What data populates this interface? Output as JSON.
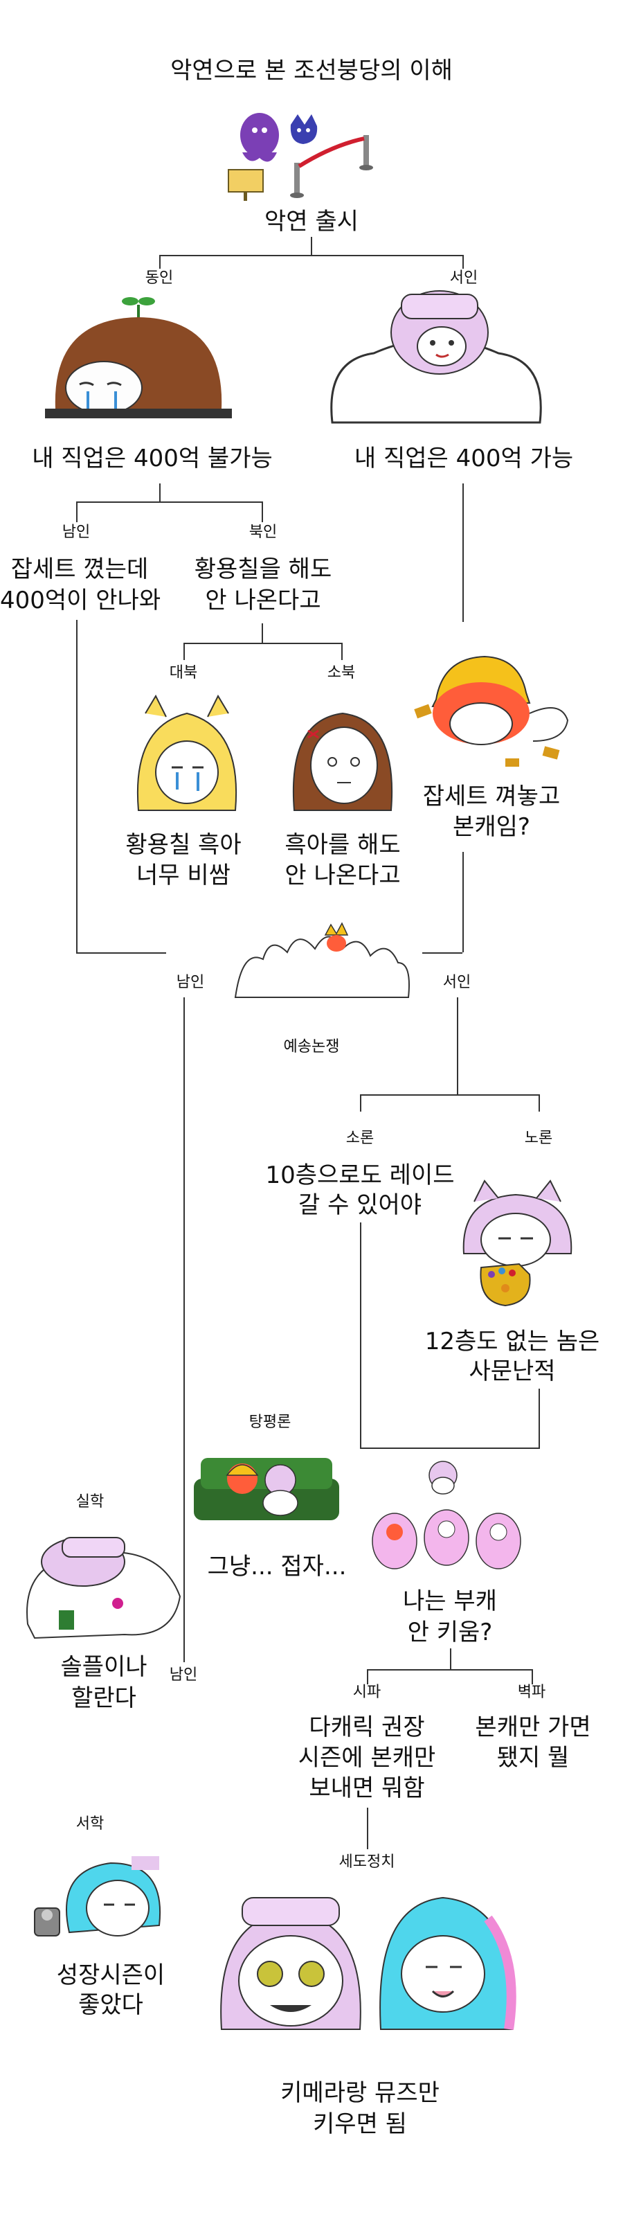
{
  "title": "악연으로 본 조선붕당의 이해",
  "release": "악연 출시",
  "factions": {
    "dongin": "동인",
    "seoin": "서인",
    "namin": "남인",
    "bukin": "북인",
    "daebuk": "대북",
    "sobuk": "소북",
    "soron": "소론",
    "noron": "노론",
    "tangpyeong": "탕평론",
    "silhak": "실학",
    "seohak": "서학",
    "sipa": "시파",
    "byeokpa": "벽파",
    "sedo": "세도정치"
  },
  "lines": {
    "dongin_caption": "내 직업은 400억 불가능",
    "seoin_caption": "내 직업은 400억 가능",
    "namin_caption": [
      "잡세트 꼈는데",
      "400억이 안나와"
    ],
    "bukin_caption": [
      "황용칠을 해도",
      "안 나온다고"
    ],
    "daebuk_caption": [
      "황용칠 흑아",
      "너무 비쌈"
    ],
    "sobuk_caption": [
      "흑아를 해도",
      "안 나온다고"
    ],
    "seoin2_caption": [
      "잡세트 껴놓고",
      "본캐임?"
    ],
    "yesong": "예송논쟁",
    "soron_caption": [
      "10층으로도 레이드",
      "갈 수 있어야"
    ],
    "noron_caption": [
      "12층도 없는 놈은",
      "사문난적"
    ],
    "tangpyeong_caption": "그냥... 접자...",
    "silhak_caption": [
      "솔플이나",
      "할란다"
    ],
    "bukae_caption": [
      "나는 부캐",
      "안 키움?"
    ],
    "sipa_caption": [
      "다캐릭 권장",
      "시즌에 본캐만",
      "보내면 뭐함"
    ],
    "byeokpa_caption": [
      "본캐만 가면",
      "됐지 뭘"
    ],
    "seohak_caption": [
      "성장시즌이",
      "좋았다"
    ],
    "sedo_caption": [
      "키메라랑 뮤즈만",
      "키우면 됨"
    ]
  },
  "icons": [
    "purple-monster-icon",
    "barrier-icon",
    "sign-board-icon",
    "sprout-icon",
    "crown-icon",
    "gauntlet-icon",
    "coin-icon"
  ]
}
